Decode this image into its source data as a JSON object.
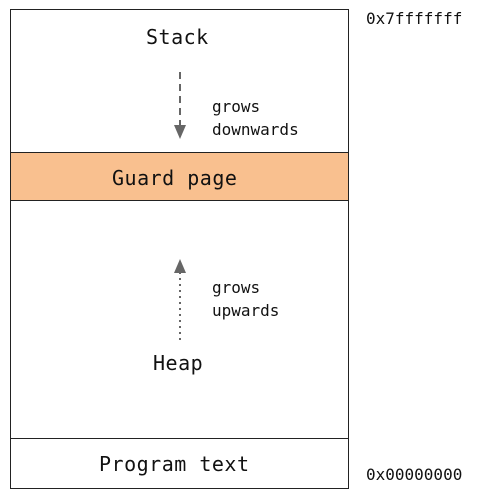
{
  "regions": {
    "stack": "Stack",
    "guard": "Guard page",
    "heap": "Heap",
    "text": "Program text"
  },
  "annotations": {
    "grows_down_1": "grows",
    "grows_down_2": "downwards",
    "grows_up_1": "grows",
    "grows_up_2": "upwards"
  },
  "addresses": {
    "top": "0x7fffffff",
    "bottom": "0x00000000"
  },
  "colors": {
    "guard_page": "#f9c08f",
    "border": "#222222",
    "arrow": "#666666"
  }
}
